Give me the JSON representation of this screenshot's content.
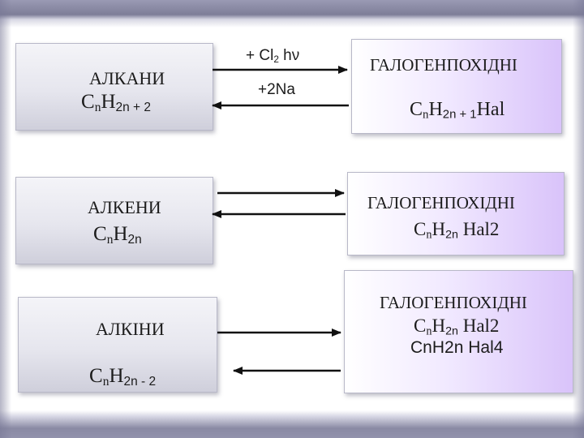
{
  "rows": [
    {
      "left": {
        "title": "АЛКАНИ",
        "formula": {
          "c": "C",
          "n": "n",
          "h": "H",
          "sub": "2n + 2"
        }
      },
      "right": {
        "title": "ГАЛОГЕНПОХІДНІ",
        "formula": {
          "c": "C",
          "n": "n",
          "h": "H",
          "sub": "2n + 1",
          "tail": "Hal"
        }
      },
      "forward_label": {
        "main": "+ Cl",
        "sub": "2",
        "tail": " hν"
      },
      "backward_label": "+2Na"
    },
    {
      "left": {
        "title": "АЛКЕНИ",
        "formula": {
          "c": "C",
          "n": "n",
          "h": "H",
          "sub": "2n"
        }
      },
      "right": {
        "title": "ГАЛОГЕНПОХІДНІ",
        "formula": {
          "c": "C",
          "n": "n",
          "h": "H",
          "sub": "2n",
          "tail": " Hal2"
        }
      }
    },
    {
      "left": {
        "title": "АЛКІНИ",
        "formula": {
          "c": "C",
          "n": "n",
          "h": "H",
          "sub": "2n - 2"
        }
      },
      "right": {
        "title": "ГАЛОГЕНПОХІДНІ",
        "formula": {
          "c": "C",
          "n": "n",
          "h": "H",
          "sub": "2n",
          "tail": " Hal2"
        },
        "formula2": {
          "c": "C",
          "n": "n",
          "h": "H",
          "sub": "2n",
          "tail": " Hal4"
        }
      }
    }
  ]
}
